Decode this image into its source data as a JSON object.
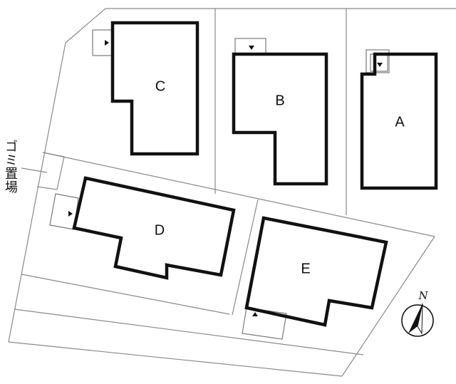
{
  "plan": {
    "lots": [
      {
        "id": "A",
        "label": "A"
      },
      {
        "id": "B",
        "label": "B"
      },
      {
        "id": "C",
        "label": "C"
      },
      {
        "id": "D",
        "label": "D"
      },
      {
        "id": "E",
        "label": "E"
      }
    ],
    "garbage_area_label": "ゴミ置場",
    "compass_label": "N"
  }
}
